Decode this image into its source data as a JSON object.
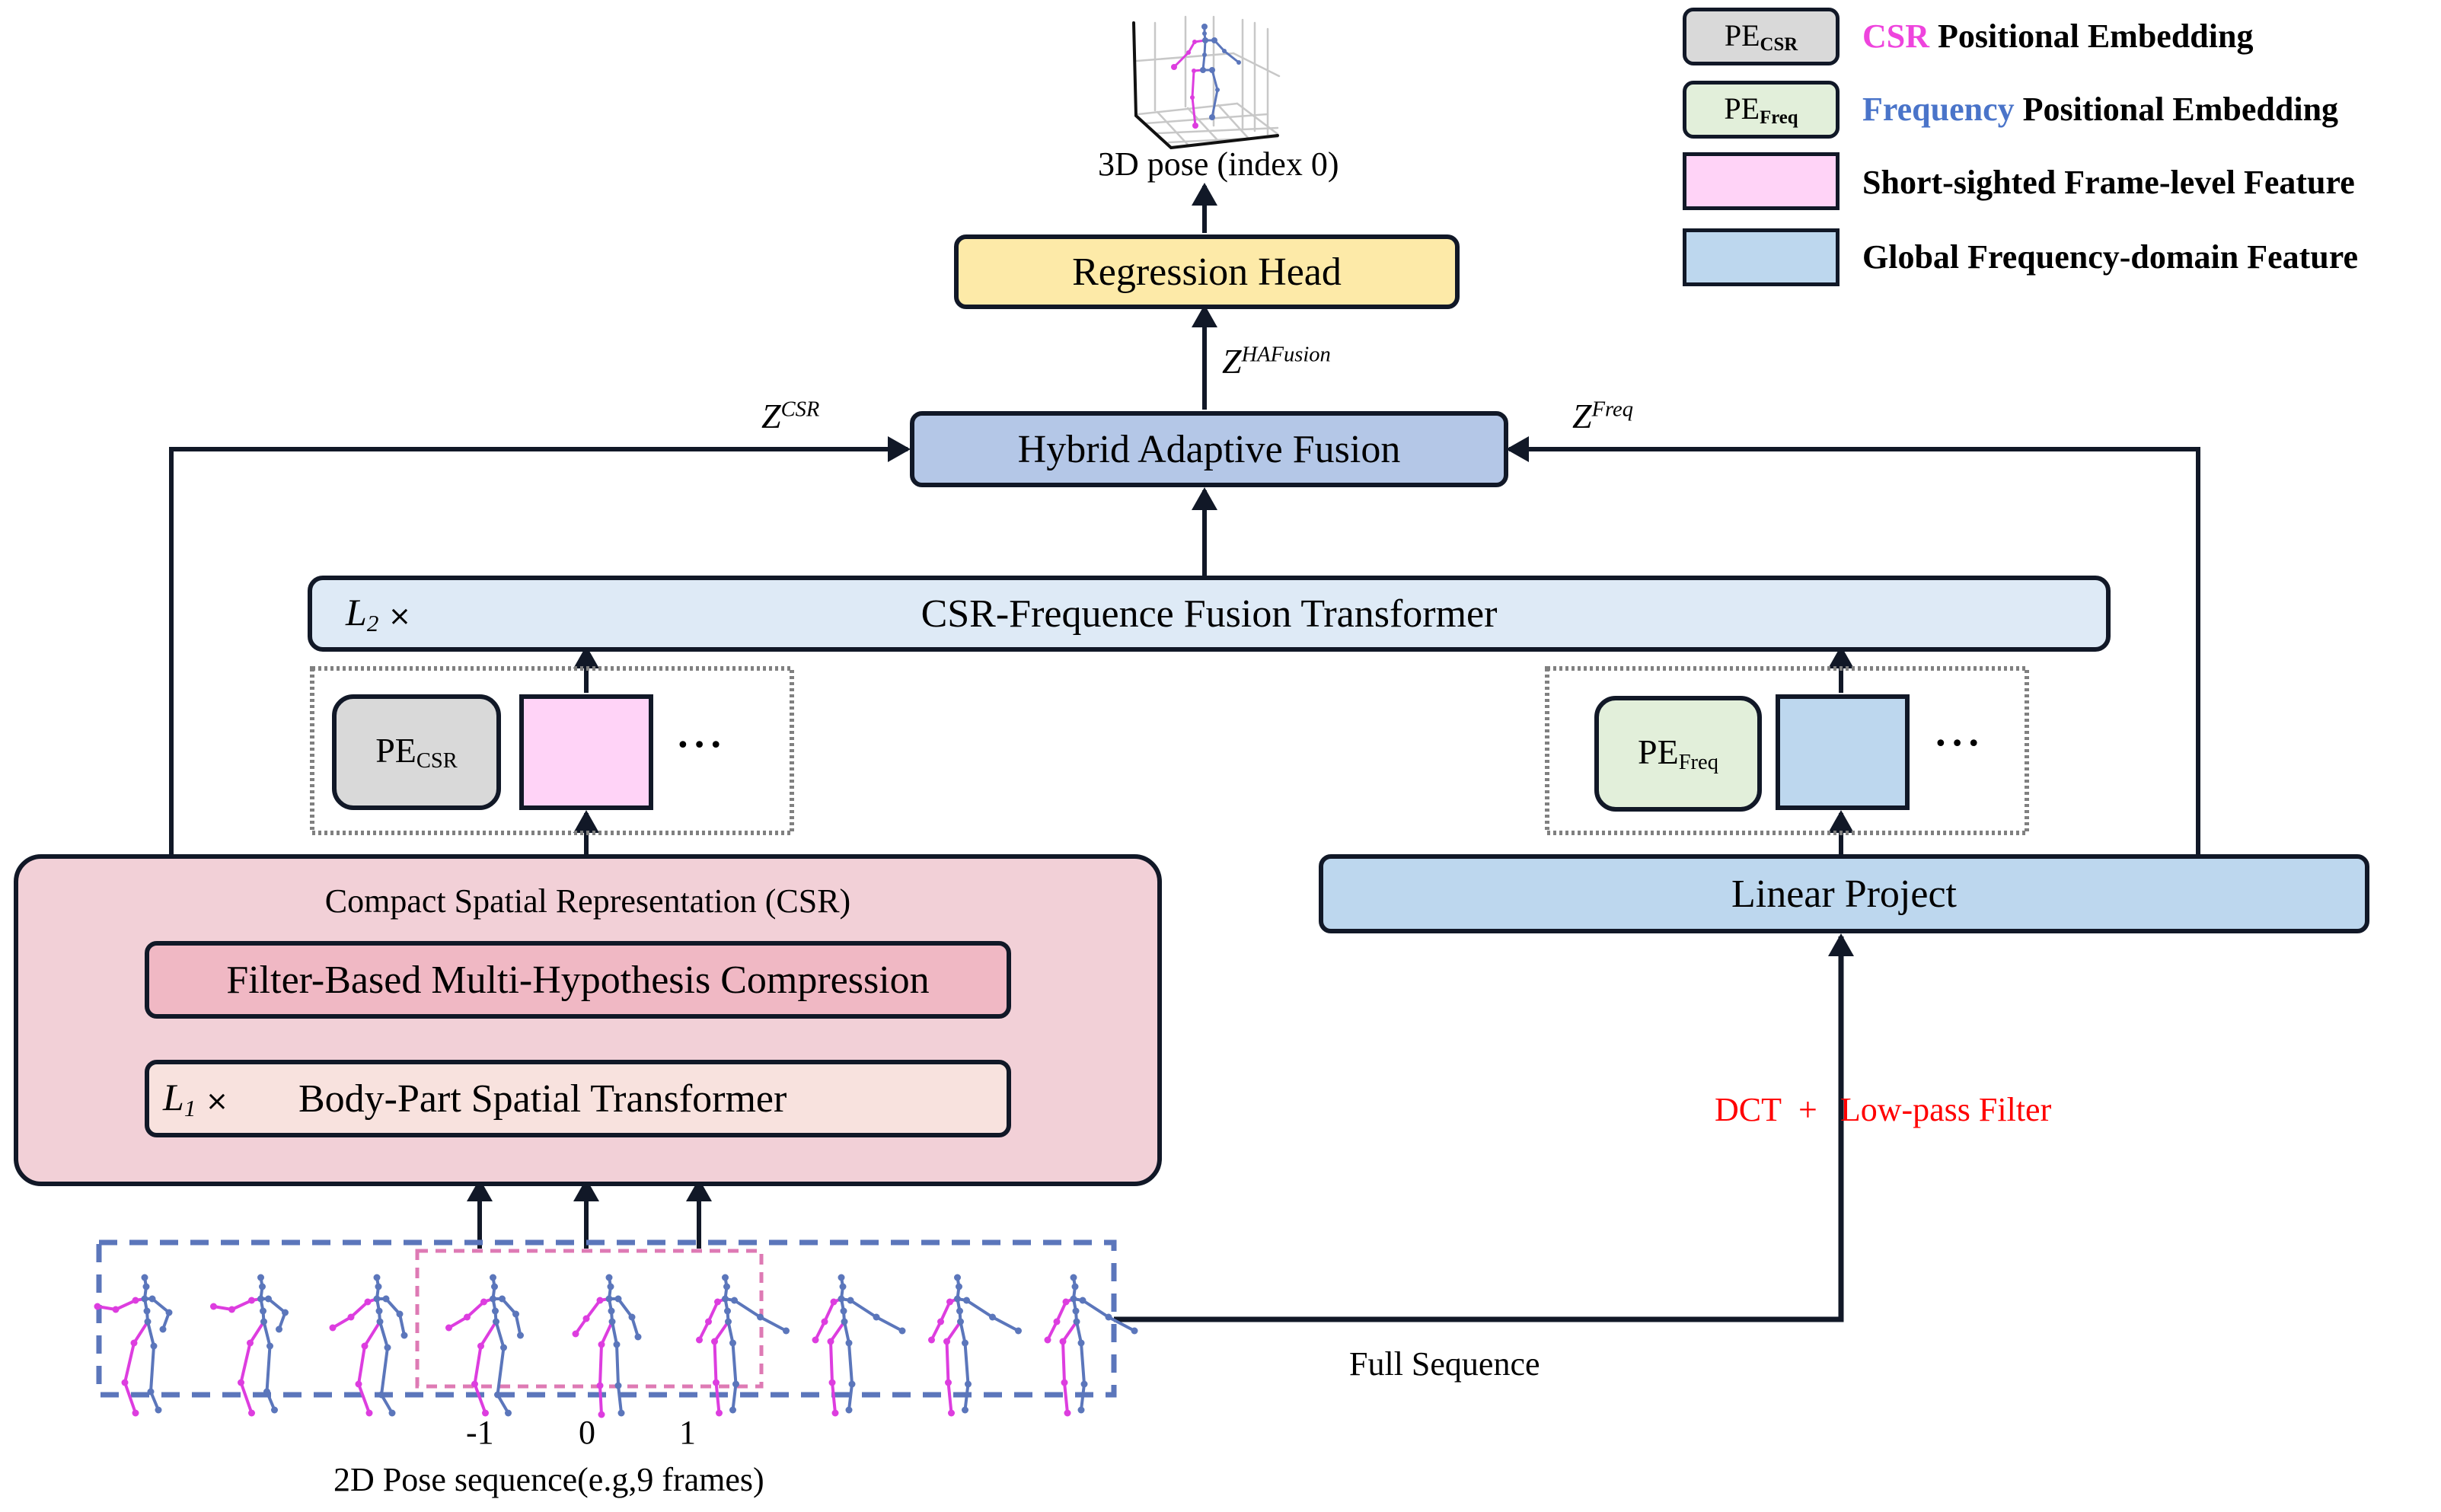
{
  "output": {
    "pose_label": "3D pose (index 0)",
    "regression_head": "Regression Head",
    "hafusion_symbol": "Z",
    "hafusion_sup": "HAFusion"
  },
  "fusion": {
    "label": "Hybrid Adaptive Fusion",
    "left_symbol": "Z",
    "left_sup": "CSR",
    "right_symbol": "Z",
    "right_sup": "Freq"
  },
  "transformer": {
    "layers_symbol": "L",
    "layers_sub": "2",
    "times": "×",
    "label": "CSR-Frequence Fusion Transformer"
  },
  "csr_tokens": {
    "pe_main": "PE",
    "pe_sub": "CSR",
    "ellipsis": "•••"
  },
  "freq_tokens": {
    "pe_main": "PE",
    "pe_sub": "Freq",
    "ellipsis": "•••"
  },
  "csr_block": {
    "title": "Compact Spatial Representation (CSR)",
    "compression": "Filter-Based Multi-Hypothesis Compression",
    "layers_symbol": "L",
    "layers_sub": "1",
    "times": "×",
    "spatial": "Body-Part Spatial Transformer"
  },
  "linear_project": "Linear Project",
  "dct_label": {
    "part1": "DCT",
    "plus": "+",
    "part2": "Low-pass Filter"
  },
  "full_sequence": "Full Sequence",
  "sequence": {
    "frame_indices": [
      "-1",
      "0",
      "1"
    ],
    "caption": "2D Pose sequence(e.g,9 frames)",
    "frame_count": 9
  },
  "legend": [
    {
      "swatch_main": "PE",
      "swatch_sub": "CSR",
      "highlight": "CSR",
      "highlight_color": "#ee44dd",
      "text": "Positional Embedding"
    },
    {
      "swatch_main": "PE",
      "swatch_sub": "Freq",
      "highlight": "Frequency",
      "highlight_color": "#4a74c9",
      "text": "Positional Embedding"
    },
    {
      "swatch_main": "",
      "swatch_sub": "",
      "highlight": "",
      "highlight_color": "",
      "text": "Short-sighted Frame-level Feature"
    },
    {
      "swatch_main": "",
      "swatch_sub": "",
      "highlight": "",
      "highlight_color": "",
      "text": "Global Frequency-domain Feature"
    }
  ],
  "colors": {
    "stroke": "#111827",
    "regression_fill": "#fdeaa8",
    "fusion_fill": "#b4c7e7",
    "transformer_fill": "#deeaf6",
    "pe_csr_fill": "#d9d9d9",
    "pe_freq_fill": "#e2efda",
    "csr_feature_fill": "#ffd3f7",
    "freq_feature_fill": "#bdd7ee",
    "csr_block_fill": "#f2d0d7",
    "compression_fill": "#f0b8c4",
    "spatial_fill": "#f8e2de",
    "linear_fill": "#bdd7ee",
    "dct_text": "#ff0000",
    "skeleton_left": "#dd3ddf",
    "skeleton_right": "#5b76bb",
    "seq_border": "#5b76bb",
    "window_border": "#de7ab4"
  }
}
